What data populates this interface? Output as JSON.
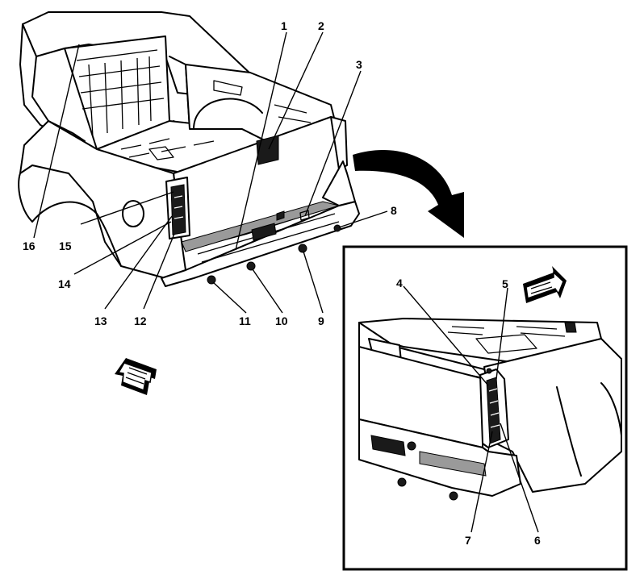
{
  "callouts_main": [
    {
      "id": "1",
      "text": "1"
    },
    {
      "id": "2",
      "text": "2"
    },
    {
      "id": "3",
      "text": "3"
    },
    {
      "id": "8",
      "text": "8"
    },
    {
      "id": "9",
      "text": "9"
    },
    {
      "id": "10",
      "text": "10"
    },
    {
      "id": "11",
      "text": "11"
    },
    {
      "id": "12",
      "text": "12"
    },
    {
      "id": "13",
      "text": "13"
    },
    {
      "id": "14",
      "text": "14"
    },
    {
      "id": "15",
      "text": "15"
    },
    {
      "id": "16",
      "text": "16"
    }
  ],
  "callouts_inset": [
    {
      "id": "4",
      "text": "4"
    },
    {
      "id": "5",
      "text": "5"
    },
    {
      "id": "6",
      "text": "6"
    },
    {
      "id": "7",
      "text": "7"
    }
  ],
  "icons": {
    "forward_arrow_main": "direction-arrow-icon",
    "forward_arrow_inset": "direction-arrow-icon",
    "detail_arrow": "curved-arrow-icon"
  },
  "colors": {
    "ink": "#000000",
    "paper": "#ffffff",
    "shade": "#9a9a9a"
  }
}
